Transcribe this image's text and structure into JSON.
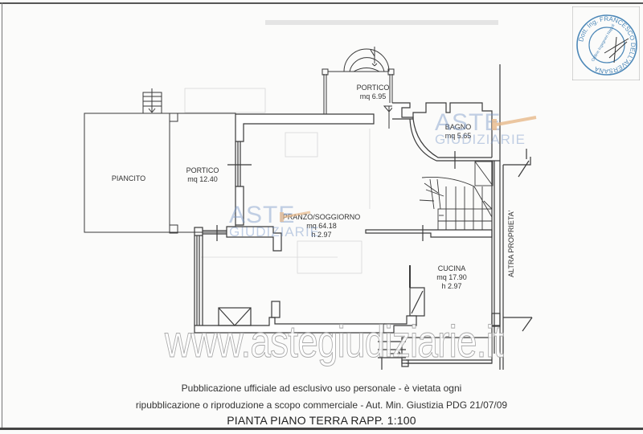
{
  "drawing": {
    "title": "PIANTA PIANO TERRA  RAPP. 1:100",
    "scale": "1:100",
    "rooms": [
      {
        "id": "piancito",
        "name": "PIANCITO",
        "area": "",
        "height": ""
      },
      {
        "id": "portico_west",
        "name": "PORTICO",
        "area": "mq 12.40",
        "height": ""
      },
      {
        "id": "portico_north",
        "name": "PORTICO",
        "area": "mq 6.95",
        "height": ""
      },
      {
        "id": "bagno",
        "name": "BAGNO",
        "area": "mq 5.65",
        "height": ""
      },
      {
        "id": "pranzo_soggiorno",
        "name": "PRANZO/SOGGIORNO",
        "area": "mq 64.18",
        "height": "h 2.97"
      },
      {
        "id": "cucina",
        "name": "CUCINA",
        "area": "mq 17.90",
        "height": "h 2.97"
      }
    ],
    "side_label": "ALTRA PROPRIETA'"
  },
  "stamp": {
    "ring_text": "Dott. Ing. FRANCESCO DELL'AVERSANA",
    "inner_text": "Ordine Ingegneri Napoli"
  },
  "watermarks": {
    "aste_big": "ASTE",
    "aste_small": "GIUDIZIARIE",
    "url": "www.astegiudiziarie.it"
  },
  "footer": {
    "line1": "Pubblicazione ufficiale ad esclusivo uso personale - è vietata ogni",
    "line2": "ripubblicazione o riproduzione a scopo commerciale - Aut. Min. Giustizia PDG 21/07/09",
    "title": "PIANTA PIANO TERRA  RAPP. 1:100"
  },
  "colors": {
    "wall": "#3a3a3a",
    "paper": "#fbfbfa",
    "watermark_blue": "#7896c8",
    "gavel": "#e8b98a",
    "stamp": "#4d88b8"
  }
}
